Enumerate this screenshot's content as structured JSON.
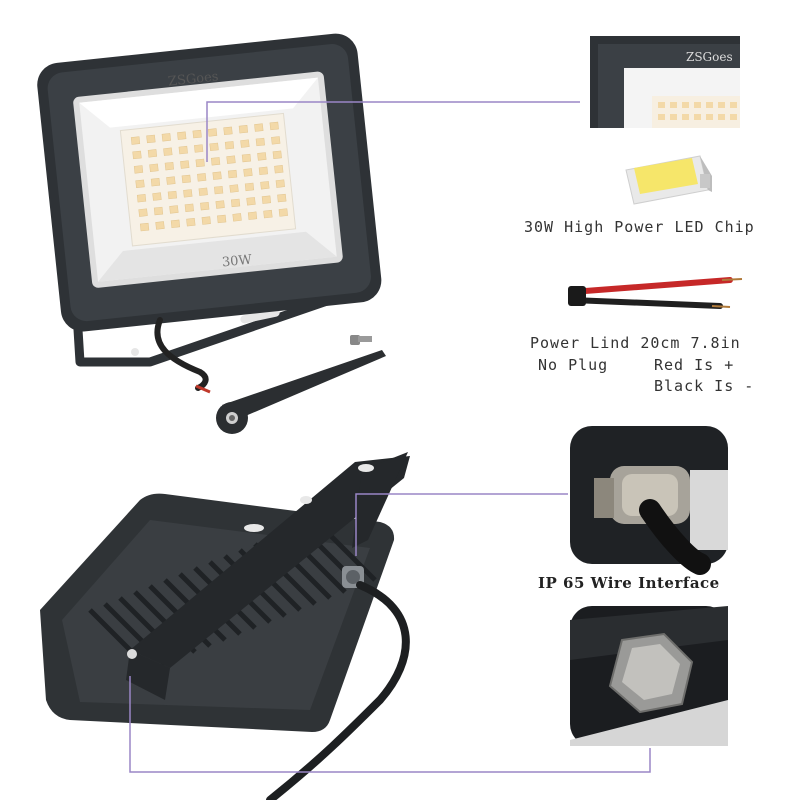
{
  "product": {
    "brand": "ZSGoes",
    "wattage": "30W"
  },
  "callouts": {
    "led_chip": "30W High Power LED Chip",
    "power_line_1": "Power Lind 20cm 7.8in",
    "power_line_2": "No Plug",
    "red_label": "Red Is +",
    "black_label": "Black Is -",
    "wire_interface": "IP 65 Wire Interface"
  },
  "colors": {
    "housing": "#2e3236",
    "callout_line": "#9a86c6",
    "led_warm": "#f3d9a8",
    "chip_yellow": "#f6e66a"
  }
}
